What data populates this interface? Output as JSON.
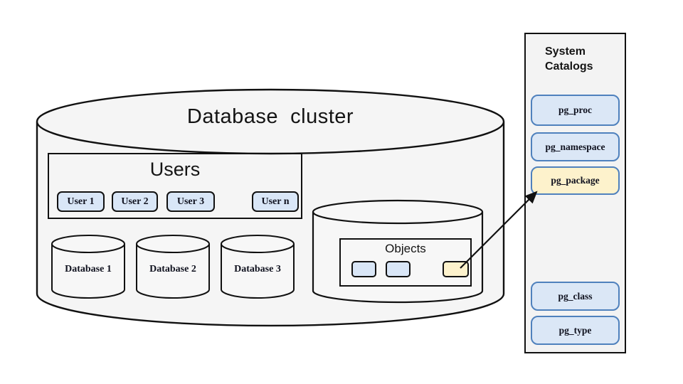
{
  "cluster": {
    "title": "Database  cluster",
    "users_box": {
      "title": "Users",
      "items": [
        {
          "label": "User 1"
        },
        {
          "label": "User 2"
        },
        {
          "label": "User 3"
        },
        {
          "label": "User n"
        }
      ]
    },
    "databases": [
      {
        "label": "Database 1"
      },
      {
        "label": "Database 2"
      },
      {
        "label": "Database 3"
      }
    ],
    "objects_box": {
      "title": "Objects",
      "chips": [
        {
          "kind": "blue"
        },
        {
          "kind": "blue"
        },
        {
          "kind": "yellow"
        }
      ]
    }
  },
  "catalogs": {
    "title_line1": "System",
    "title_line2": "Catalogs",
    "items": [
      {
        "label": "pg_proc",
        "kind": "blue"
      },
      {
        "label": "pg_namespace",
        "kind": "blue"
      },
      {
        "label": "pg_package",
        "kind": "yellow"
      },
      {
        "label": "pg_class",
        "kind": "blue"
      },
      {
        "label": "pg_type",
        "kind": "blue"
      }
    ]
  },
  "colors": {
    "chip_blue_fill": "#d9e6f7",
    "chip_yellow_fill": "#fdf2cc",
    "catalog_border_blue": "#4f81bd",
    "outline_black": "#111111",
    "cylinder_fill": "#f5f5f5",
    "panel_fill": "#f3f3f3"
  }
}
